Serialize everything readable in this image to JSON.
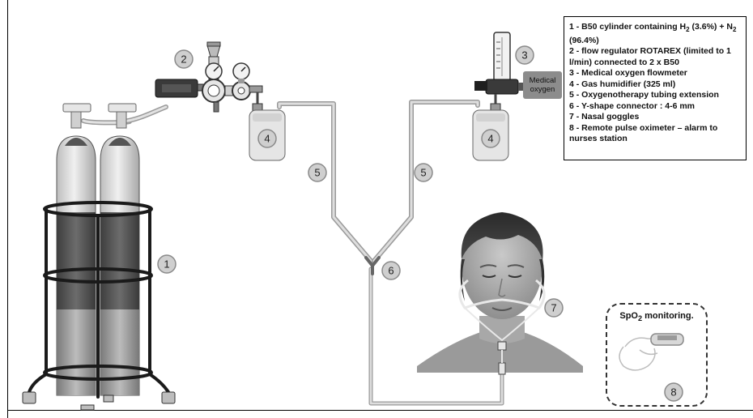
{
  "legend": {
    "items": [
      {
        "pre": "1 - B50 cylinder containing H",
        "sub1": "2",
        "mid": " (3.6%) + N",
        "sub2": "2",
        "post": " (96.4%)"
      },
      {
        "text": "2 - flow regulator ROTAREX (limited to 1 l/min) connected to 2 x B50"
      },
      {
        "text": "3 - Medical oxygen flowmeter"
      },
      {
        "text": "4 -  Gas humidifier (325 ml)"
      },
      {
        "text": "5 - Oxygenotherapy tubing extension"
      },
      {
        "text": "6 - Y-shape connector : 4-6 mm"
      },
      {
        "text": "7 - Nasal goggles"
      },
      {
        "text": "8 - Remote pulse oximeter – alarm to nurses station"
      }
    ]
  },
  "labels": {
    "medical_oxygen": "Medical oxygen",
    "spo2_pre": "SpO",
    "spo2_sub": "2",
    "spo2_post": " monitoring."
  },
  "markers": [
    "1",
    "2",
    "3",
    "4",
    "4",
    "5",
    "5",
    "6",
    "7",
    "8"
  ],
  "colors": {
    "cylinder_upper": "#d9d9d9",
    "cylinder_band": "#5a5a5a",
    "cylinder_lower": "#9a9a9a",
    "frame": "#1a1a1a",
    "tubing": "#c8c8c8",
    "marker_fill": "#cfcfcf"
  }
}
